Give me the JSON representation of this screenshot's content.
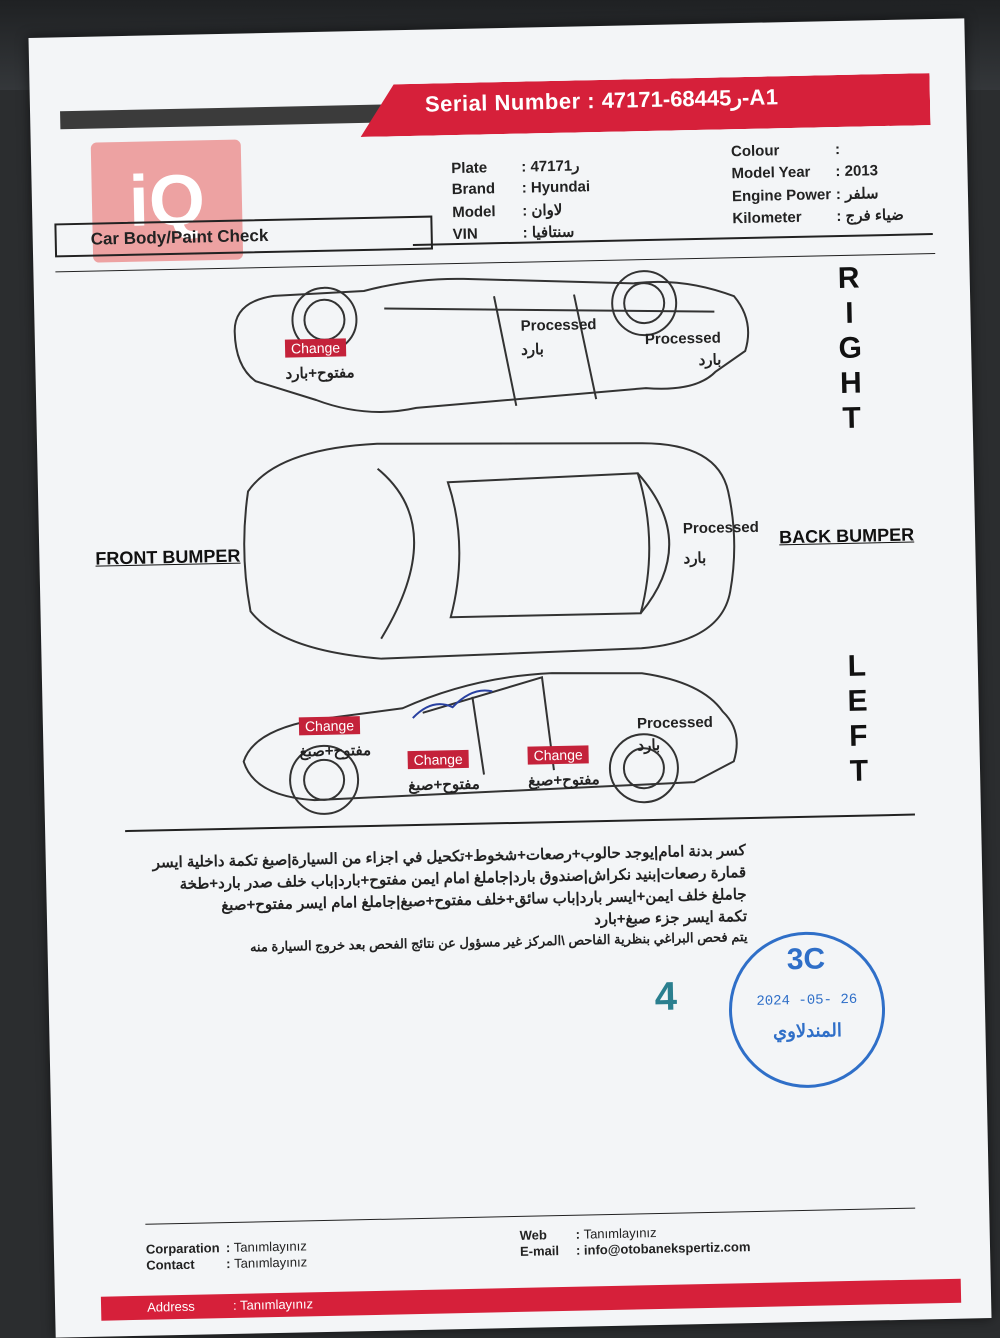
{
  "header": {
    "serial_label": "Serial Number :",
    "serial_value": "ر68445-47171-A1",
    "title_box": "Car Body/Paint Check",
    "logo_text": "iQ",
    "fields": [
      {
        "label": "Plate",
        "value": "ر47171"
      },
      {
        "label": "Brand",
        "value": "Hyundai"
      },
      {
        "label": "Model",
        "value": "لاوان"
      },
      {
        "label": "VIN",
        "value": "سنتافيا"
      },
      {
        "label": "Colour",
        "value": ""
      },
      {
        "label": "Model Year",
        "value": "2013"
      },
      {
        "label": "Engine Power",
        "value": "سلفر"
      },
      {
        "label": "Kilometer",
        "value": "ضياء فرج"
      }
    ]
  },
  "diagram": {
    "right_label": "RIGHT",
    "left_label": "LEFT",
    "front_bumper": "FRONT BUMPER",
    "back_bumper": "BACK BUMPER",
    "right_marks": [
      {
        "tag": "Change",
        "note": "مفتوح+بارد"
      },
      {
        "tag": "Processed",
        "note": "بارد"
      },
      {
        "tag": "Processed",
        "note": "بارد"
      }
    ],
    "top_marks": [
      {
        "tag": "Processed",
        "note": "بارد"
      }
    ],
    "left_marks": [
      {
        "tag": "Change",
        "note": "مفتوح+صبغ"
      },
      {
        "tag": "Change",
        "note": "مفتوح+صبغ"
      },
      {
        "tag": "Change",
        "note": "مفتوح+صبغ"
      },
      {
        "tag": "Processed",
        "note": "بارد"
      }
    ]
  },
  "notes": {
    "lines": [
      "كسر بدنة امام|يوجد حالوب+رصعات+شخوط+تكحيل في اجزاء من السيارة|صبغ تكمة داخلية ايسر",
      "قمارة رصعات|بنيد نكراش|صندوق بارد|جاملغ امام ايمن مفتوح+بارد|باب خلف صدر بارد+طخة",
      "جاملغ خلف ايمن+ايسر بارد|باب سائق+خلف مفتوح+صبغ|جاملغ امام ايسر مفتوح+صبغ",
      "تكمة ايسر جزء صبغ+بارد",
      "يتم فحص البراغي بنظرية الفاحص \\المركز غير مسؤول عن نتائج الفحص بعد خروج السيارة منه"
    ],
    "handwritten_number": "4"
  },
  "stamp": {
    "code": "3C",
    "date": "2024 -05- 26",
    "name": "المندلاوي"
  },
  "footer": {
    "corporation_label": "Corparation",
    "corporation_value": "Tanımlayınız",
    "contact_label": "Contact",
    "contact_value": "Tanımlayınız",
    "web_label": "Web",
    "web_value": "Tanımlayınız",
    "email_label": "E-mail",
    "email_value": "info@otobanekspertiz.com",
    "address_label": "Address",
    "address_value": "Tanımlayınız"
  },
  "colors": {
    "accent_red": "#d6203a",
    "stamp_blue": "#2f6fc8",
    "paper": "#f3f5f7"
  }
}
